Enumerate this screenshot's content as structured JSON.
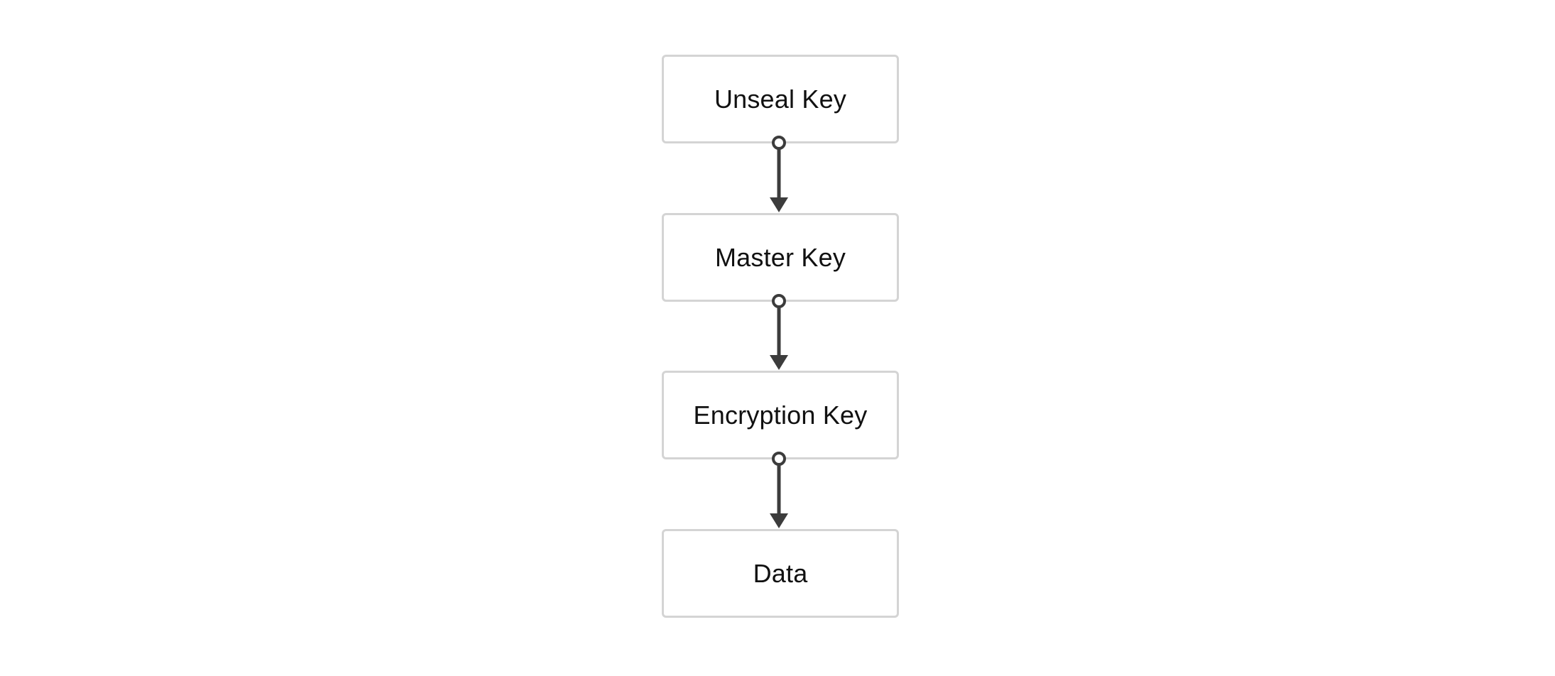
{
  "diagram": {
    "nodes": [
      {
        "label": "Unseal Key"
      },
      {
        "label": "Master Key"
      },
      {
        "label": "Encryption Key"
      },
      {
        "label": "Data"
      }
    ],
    "edges": [
      {
        "from": 0,
        "to": 1
      },
      {
        "from": 1,
        "to": 2
      },
      {
        "from": 2,
        "to": 3
      }
    ],
    "colors": {
      "node_border": "#d4d4d4",
      "connector": "#3c3c3c",
      "text": "#111111",
      "background": "#ffffff"
    }
  }
}
